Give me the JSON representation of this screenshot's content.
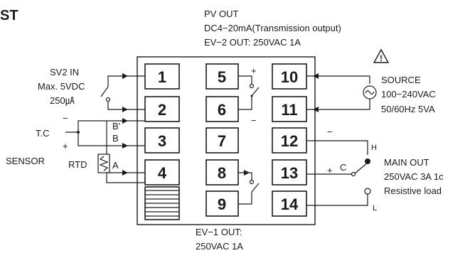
{
  "header": {
    "partial_title": "ST"
  },
  "pv_out": {
    "title": "PV OUT",
    "line1": "DC4−20mA(Transmission output)",
    "line2": "EV−2 OUT: 250VAC 1A"
  },
  "sv2_in": {
    "title": "SV2 IN",
    "line1": "Max. 5VDC",
    "line2": "250㎂"
  },
  "sensor": {
    "tc": "T.C",
    "sensor": "SENSOR",
    "rtd": "RTD",
    "minus": "−",
    "plus": "+"
  },
  "rtd_pins": {
    "b_prime": "B'",
    "b": "B",
    "a": "A"
  },
  "source": {
    "title": "SOURCE",
    "line1": "100−240VAC",
    "line2": "50/60Hz 5VA"
  },
  "main_out": {
    "title": "MAIN OUT",
    "line1": "250VAC 3A 1c",
    "line2": "Resistive load",
    "pin_h": "H",
    "pin_c": "C",
    "pin_l": "L",
    "minus": "−",
    "plus": "+"
  },
  "ev1_out": {
    "line1": "EV−1 OUT:",
    "line2": "250VAC 1A"
  },
  "pv_polarity": {
    "plus": "+",
    "minus": "−"
  },
  "terminals": {
    "t1": "1",
    "t2": "2",
    "t3": "3",
    "t4": "4",
    "t5": "5",
    "t6": "6",
    "t7": "7",
    "t8": "8",
    "t9": "9",
    "t10": "10",
    "t11": "11",
    "t12": "12",
    "t13": "13",
    "t14": "14"
  },
  "warning": {
    "symbol": "!"
  }
}
